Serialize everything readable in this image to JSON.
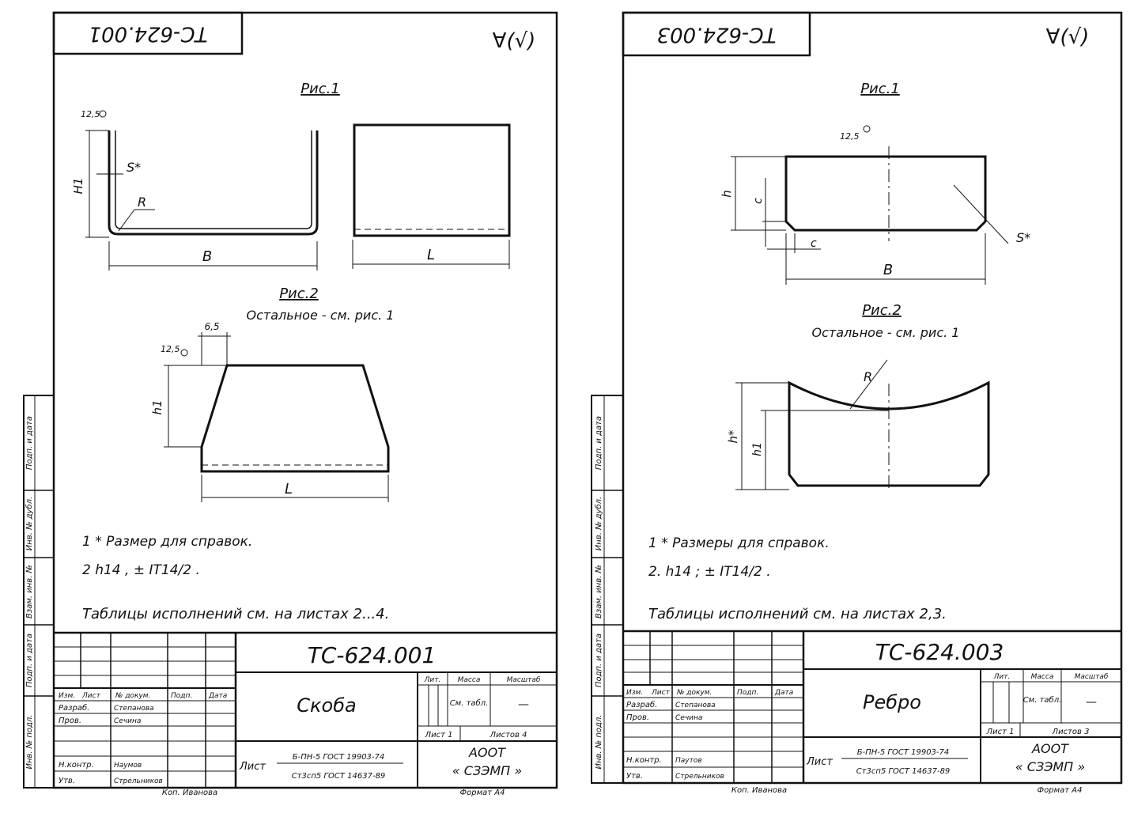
{
  "sheets": [
    {
      "stamp_code": "ТС-624.001",
      "roughness": "∀(√)",
      "fig1_title": "Рис.1",
      "fig1_labels": {
        "rough": "12,5",
        "h": "H1",
        "s": "S*",
        "r": "R",
        "b": "B",
        "l": "L"
      },
      "fig2_title": "Рис.2",
      "fig2_subtitle": "Остальное - см. рис. 1",
      "fig2_labels": {
        "top": "6,5",
        "rough": "12,5",
        "h": "h1",
        "l": "L"
      },
      "note1": "1 * Размер для справок.",
      "note2": "2 h14 ,  ± IT14/2 .",
      "tables_note": "Таблицы исполнений см. на листах 2...4.",
      "side_labels": [
        "Инв. № подл.",
        "Подп. и дата",
        "Взам. инв. №",
        "Инв. № дубл.",
        "Подп. и дата"
      ],
      "title_block": {
        "doc_code": "ТС-624.001",
        "name": "Скоба",
        "headers": [
          "Изм.",
          "Лист",
          "№ докум.",
          "Подп.",
          "Дата"
        ],
        "roles": [
          "Разраб.",
          "Пров.",
          "",
          "Н.контр.",
          "Утв."
        ],
        "people": [
          "Степанова",
          "Сечина",
          "",
          "Наумов",
          "Стрельников"
        ],
        "col_lit": "Лит.",
        "col_mass": "Масса",
        "col_scale": "Масштаб",
        "mass_value": "См. табл.",
        "scale_value": "—",
        "sheet_label": "Лист 1",
        "sheets_label": "Листов 4",
        "material_prefix": "Лист",
        "material_top": "Б-ПН-5 ГОСТ 19903-74",
        "material_bottom": "Ст3сп5 ГОСТ 14637-89",
        "org_line1": "АООТ",
        "org_line2": "« СЗЭМП »",
        "copied": "Коп. Иванова",
        "format": "Формат А4"
      }
    },
    {
      "stamp_code": "ТС-624.003",
      "roughness": "∀(√)",
      "fig1_title": "Рис.1",
      "fig1_labels": {
        "rough": "12,5",
        "h": "h",
        "c": "c",
        "c2": "c",
        "b": "B",
        "s": "S*"
      },
      "fig2_title": "Рис.2",
      "fig2_subtitle": "Остальное - см. рис. 1",
      "fig2_labels": {
        "r": "R",
        "h": "h*",
        "h1": "h1"
      },
      "note1": "1 * Размеры для справок.",
      "note2": "2. h14 ;  ± IT14/2 .",
      "tables_note": "Таблицы исполнений см. на листах 2,3.",
      "side_labels": [
        "Инв. № подл.",
        "Подп. и дата",
        "Взам. инв. №",
        "Инв. № дубл.",
        "Подп. и дата"
      ],
      "title_block": {
        "doc_code": "ТС-624.003",
        "name": "Ребро",
        "headers": [
          "Изм.",
          "Лист",
          "№ докум.",
          "Подп.",
          "Дата"
        ],
        "roles": [
          "Разраб.",
          "Пров.",
          "",
          "Н.контр.",
          "Утв."
        ],
        "people": [
          "Степанова",
          "Сечина",
          "",
          "Паутов",
          "Стрельников"
        ],
        "col_lit": "Лит.",
        "col_mass": "Масса",
        "col_scale": "Масштаб",
        "mass_value": "См. табл.",
        "scale_value": "—",
        "sheet_label": "Лист 1",
        "sheets_label": "Листов 3",
        "material_prefix": "Лист",
        "material_top": "Б-ПН-5 ГОСТ 19903-74",
        "material_bottom": "Ст3сп5 ГОСТ 14637-89",
        "org_line1": "АООТ",
        "org_line2": "« СЗЭМП »",
        "copied": "Коп. Иванова",
        "format": "Формат А4"
      }
    }
  ]
}
